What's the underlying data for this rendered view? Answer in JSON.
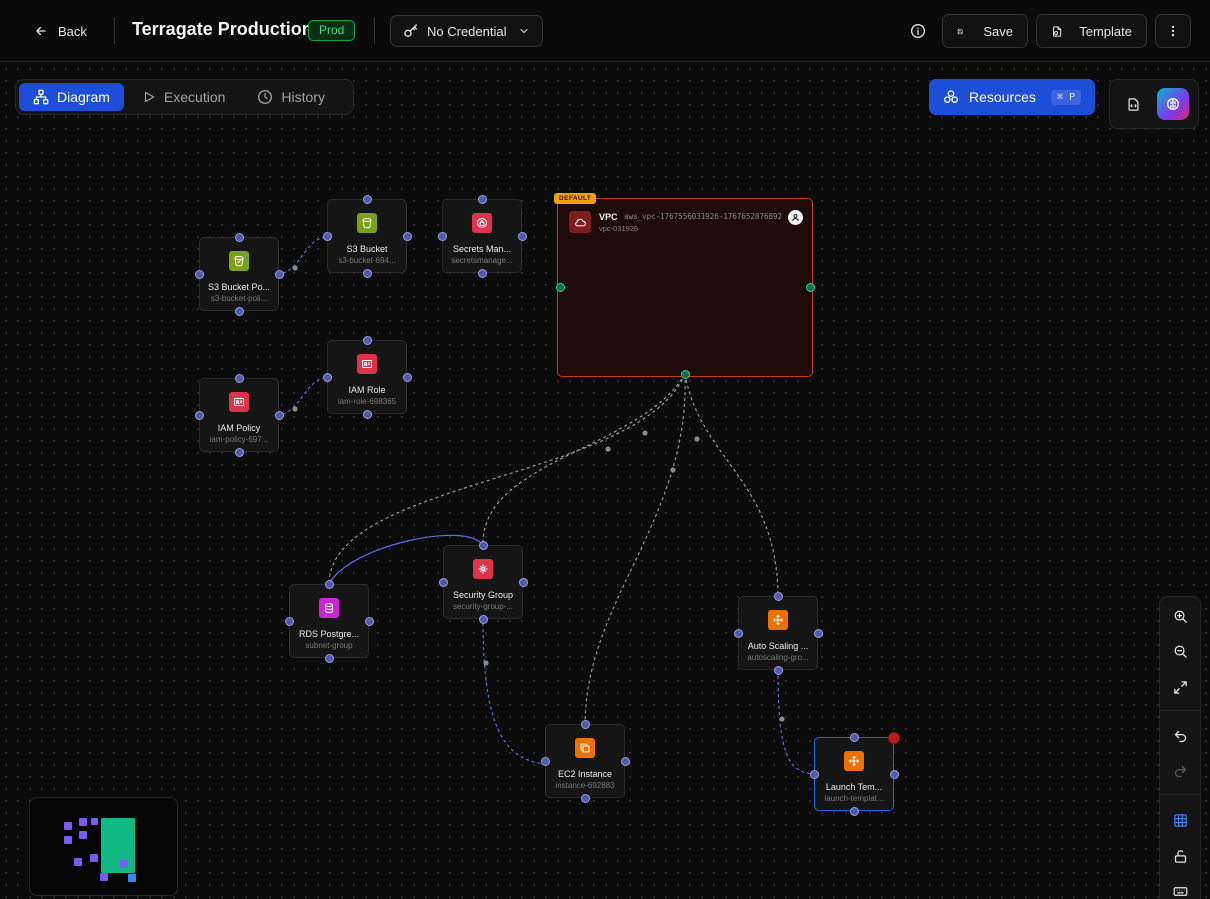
{
  "header": {
    "back_label": "Back",
    "project_title": "Terragate Production",
    "env_badge": "Prod",
    "credential_label": "No Credential",
    "save_label": "Save",
    "template_label": "Template"
  },
  "tabs": [
    {
      "label": "Diagram",
      "active": true
    },
    {
      "label": "Execution",
      "active": false
    },
    {
      "label": "History",
      "active": false
    }
  ],
  "resources_button": {
    "label": "Resources",
    "shortcut": "⌘ P"
  },
  "nodes": {
    "s3_bucket": {
      "name": "S3 Bucket",
      "id": "s3-bucket-694...",
      "color": "#7aa116"
    },
    "secrets_manager": {
      "name": "Secrets Man...",
      "id": "secretsmanage...",
      "color": "#dd344c"
    },
    "s3_bucket_policy": {
      "name": "S3 Bucket Po...",
      "id": "s3-bucket-poli...",
      "color": "#7aa116"
    },
    "iam_role": {
      "name": "IAM Role",
      "id": "iam-role-698365",
      "color": "#dd344c"
    },
    "iam_policy": {
      "name": "IAM Policy",
      "id": "iam-policy-697...",
      "color": "#dd344c"
    },
    "rds": {
      "name": "RDS Postgre...",
      "id": "subnet-group",
      "color": "#c925d1"
    },
    "security_group": {
      "name": "Security Group",
      "id": "security-group-...",
      "color": "#dd344c"
    },
    "autoscaling": {
      "name": "Auto Scaling ...",
      "id": "autoscaling-gro...",
      "color": "#ed7100"
    },
    "ec2": {
      "name": "EC2 Instance",
      "id": "instance-692883",
      "color": "#ed7100"
    },
    "launch_template": {
      "name": "Launch Tem...",
      "id": "launch-templat...",
      "color": "#ed7100"
    }
  },
  "vpc": {
    "badge": "DEFAULT",
    "title": "VPC",
    "aws_name": "aws_vpc-1767556031926-1767652876892",
    "sub": "vpc-031926",
    "border_color": "#c2410c"
  },
  "colors": {
    "accent": "#1d4ed8",
    "edge_blue": "#6370d8",
    "edge_gray": "#9a9a9a",
    "prod_green": "#16a34a"
  },
  "icons": {
    "back": "arrow-left-icon",
    "credential": "key-icon",
    "info": "info-icon",
    "save": "save-icon",
    "template": "template-icon",
    "more": "more-vertical-icon",
    "diagram": "diagram-icon",
    "execution": "play-icon",
    "history": "clock-icon",
    "resources": "cubes-icon"
  }
}
